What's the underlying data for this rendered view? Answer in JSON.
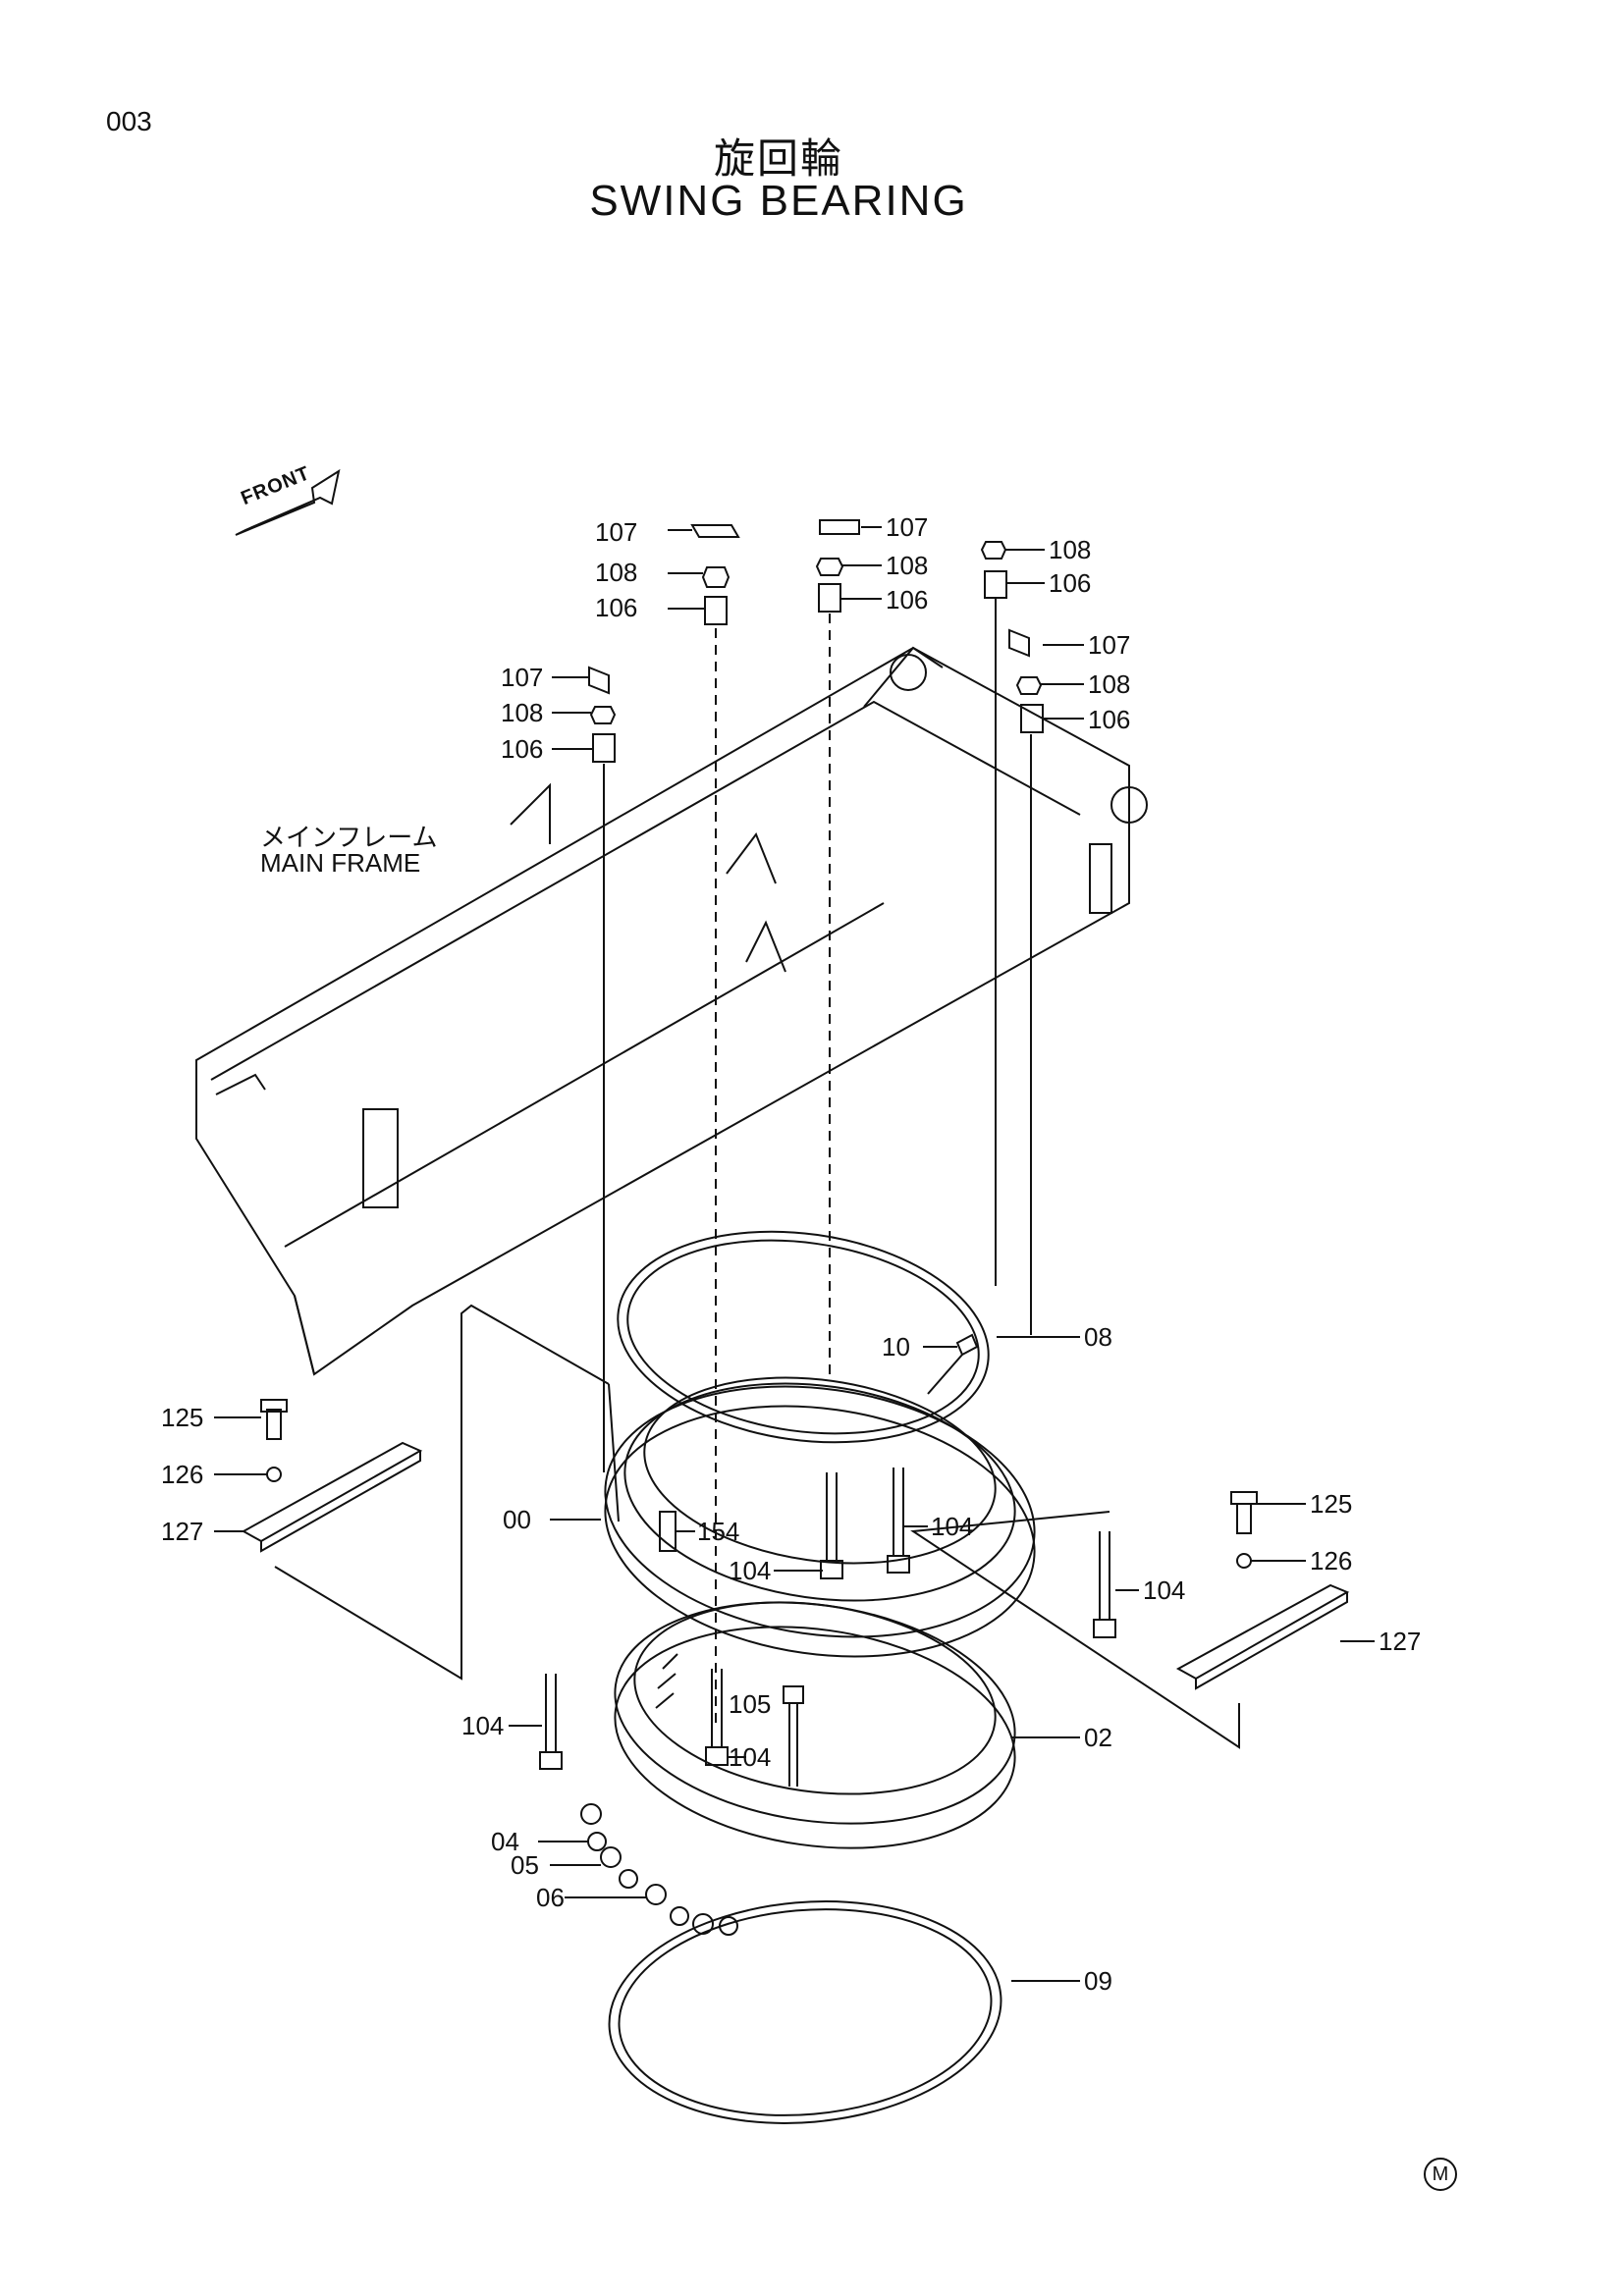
{
  "page_number": "003",
  "title_ja": "旋回輪",
  "title_en": "SWING BEARING",
  "frame_label_ja": "メインフレーム",
  "frame_label_en": "MAIN FRAME",
  "front_label": "FRONT",
  "maker_mark": "M",
  "parts": {
    "p107a": "107",
    "p108a": "108",
    "p106a": "106",
    "p107b": "107",
    "p108b": "108",
    "p106b": "106",
    "p108c": "108",
    "p106c": "106",
    "p107d": "107",
    "p108d": "108",
    "p106d": "106",
    "p107e": "107",
    "p108e": "108",
    "p106e": "106",
    "p10": "10",
    "p08": "08",
    "p00": "00",
    "p154": "154",
    "p104a": "104",
    "p104b": "104",
    "p104c": "104",
    "p104d": "104",
    "p104e": "104",
    "p105": "105",
    "p02": "02",
    "p125l": "125",
    "p126l": "126",
    "p127l": "127",
    "p125r": "125",
    "p126r": "126",
    "p127r": "127",
    "p04": "04",
    "p05": "05",
    "p06": "06",
    "p09": "09"
  }
}
